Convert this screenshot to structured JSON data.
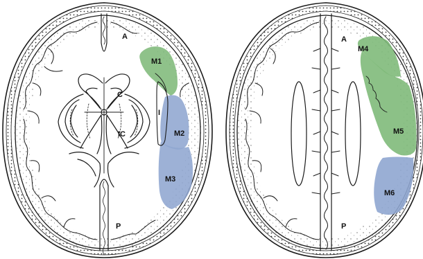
{
  "colors": {
    "green_territory": "#7fba7a",
    "blue_territory": "#8fa6d0",
    "outline": "#1a1a1a",
    "background": "#ffffff"
  },
  "left_section": {
    "labels": {
      "anterior": "A",
      "posterior": "P",
      "m1": "M1",
      "m2": "M2",
      "m3": "M3",
      "caudate": "C",
      "internal_capsule": "IC",
      "insula": "I"
    }
  },
  "right_section": {
    "labels": {
      "anterior": "A",
      "posterior": "P",
      "m4": "M4",
      "m5": "M5",
      "m6": "M6"
    }
  }
}
